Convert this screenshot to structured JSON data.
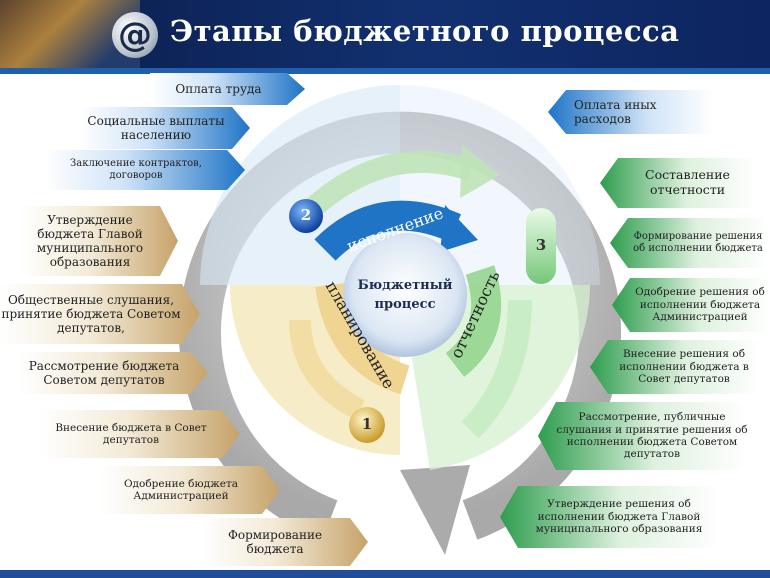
{
  "title": "Этапы бюджетного процесса",
  "header_icon": "at-sign-icon",
  "center": {
    "line1": "Бюджетный",
    "line2": "процесс"
  },
  "stages": [
    {
      "number": "1",
      "name": "планирование"
    },
    {
      "number": "2",
      "name": "исполнение"
    },
    {
      "number": "3",
      "name": "отчетность"
    }
  ],
  "execution_items": [
    "Оплата труда",
    "Социальные выплаты населению",
    "Заключение контрактов, договоров",
    "Оплата иных расходов"
  ],
  "planning_items": [
    "Утверждение бюджета Главой муниципального образования",
    "Общественные слушания, принятие бюджета Советом депутатов,",
    "Рассмотрение бюджета Советом депутатов",
    "Внесение бюджета в Совет депутатов",
    "Одобрение бюджета Администрацией",
    "Формирование бюджета"
  ],
  "reporting_items": [
    "Составление отчетности",
    "Формирование решения об исполнении бюджета",
    "Одобрение решения об исполнении бюджета Администрацией",
    "Внесение решения об исполнении бюджета в Совет депутатов",
    "Рассмотрение, публичные слушания и принятие решения об исполнении бюджета Советом депутатов",
    "Утверждение решения об исполнении бюджета Главой муниципального образования"
  ],
  "colors": {
    "execution": "#1f74c6",
    "planning": "#c6a36a",
    "reporting": "#2e9d4e",
    "header": "#0f2a66"
  }
}
